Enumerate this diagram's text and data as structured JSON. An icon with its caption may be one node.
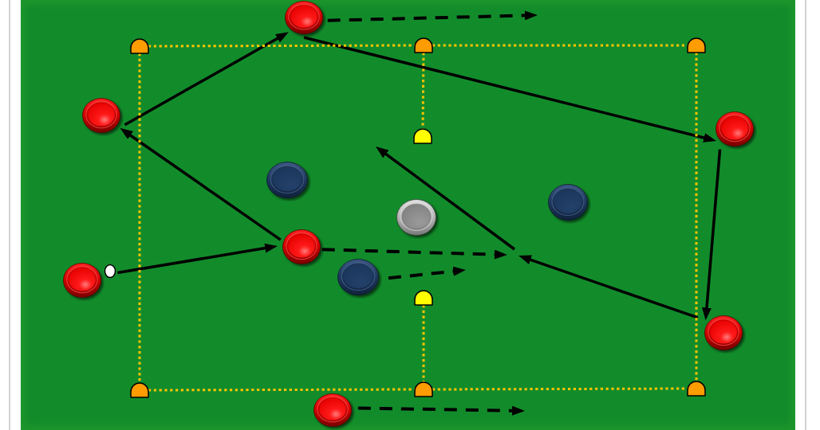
{
  "diagram": {
    "nodes": [
      {
        "text": [],
        "shape": "circle"
      },
      {
        "text": [],
        "shape": "cone"
      },
      {
        "text": [],
        "shape": "cone"
      },
      {
        "text": [],
        "shape": "cone"
      },
      {
        "text": [],
        "shape": "circle"
      },
      {
        "text": [],
        "shape": "circle"
      },
      {
        "text": [],
        "shape": "cone"
      },
      {
        "text": [],
        "shape": "circle"
      },
      {
        "text": [],
        "shape": "circle"
      },
      {
        "text": [],
        "shape": "circle"
      },
      {
        "text": [],
        "shape": "circle"
      },
      {
        "text": [],
        "shape": "circle"
      },
      {
        "text": [],
        "shape": "circle"
      },
      {
        "text": [],
        "shape": "circle"
      },
      {
        "text": [],
        "shape": "cone"
      },
      {
        "text": [],
        "shape": "circle"
      },
      {
        "text": [],
        "shape": "cone"
      },
      {
        "text": [],
        "shape": "cone"
      },
      {
        "text": [],
        "shape": "cone"
      },
      {
        "text": [],
        "shape": "circle"
      }
    ],
    "edges": [
      {
        "from": 11,
        "to": 10,
        "arrow": "to"
      },
      {
        "from": 10,
        "to": 4,
        "arrow": "to"
      },
      {
        "from": 4,
        "to": 0,
        "arrow": "to"
      },
      {
        "from": 0,
        "to": 5,
        "arrow": "to"
      },
      {
        "from": 5,
        "to": 15,
        "arrow": "to"
      },
      {
        "from": 15,
        "to": null,
        "arrow": "to"
      },
      {
        "from": 0,
        "to": null,
        "arrow": "to",
        "style": "dashed"
      },
      {
        "from": 10,
        "to": null,
        "arrow": "to",
        "style": "dashed"
      },
      {
        "from": 12,
        "to": null,
        "arrow": "to",
        "style": "dashed"
      },
      {
        "from": 19,
        "to": null,
        "arrow": "to",
        "style": "dashed"
      },
      {
        "from": 1,
        "to": 2,
        "arrow": "none",
        "style": "dashed",
        "color": "#ffc400"
      },
      {
        "from": 2,
        "to": 3,
        "arrow": "none",
        "style": "dashed",
        "color": "#ffc400"
      },
      {
        "from": 1,
        "to": 16,
        "arrow": "none",
        "style": "dashed",
        "color": "#ffc400"
      },
      {
        "from": 3,
        "to": 18,
        "arrow": "none",
        "style": "dashed",
        "color": "#ffc400"
      },
      {
        "from": 16,
        "to": 17,
        "arrow": "none",
        "style": "dashed",
        "color": "#ffc400"
      },
      {
        "from": 17,
        "to": 18,
        "arrow": "none",
        "style": "dashed",
        "color": "#ffc400"
      },
      {
        "from": 2,
        "to": 6,
        "arrow": "none",
        "style": "dashed",
        "color": "#ffc400"
      },
      {
        "from": 14,
        "to": 17,
        "arrow": "none",
        "style": "dashed",
        "color": "#ffc400"
      }
    ]
  }
}
